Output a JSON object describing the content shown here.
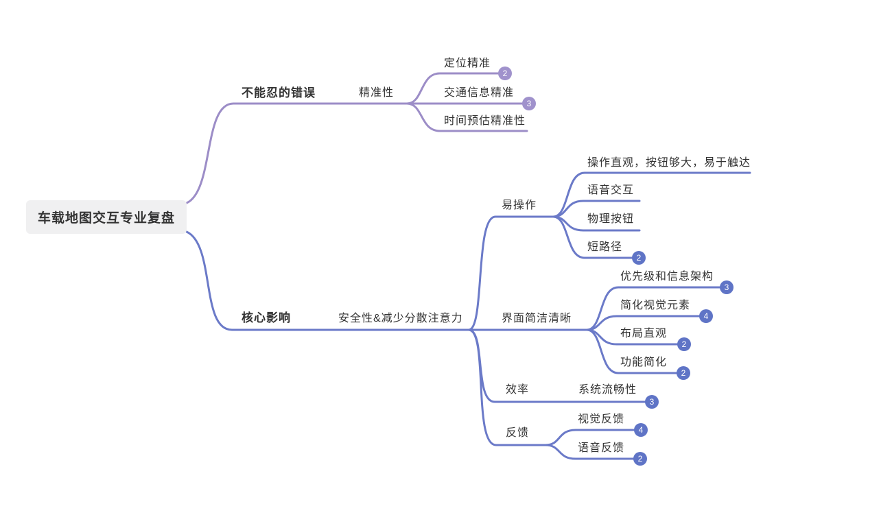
{
  "colors": {
    "branch_top": "#9c8dc7",
    "branch_bottom": "#6b7ac8",
    "badge_top": "#a092cc",
    "badge_bottom": "#5f74c6",
    "root_bg": "#f0f0f1",
    "text": "#333333"
  },
  "root": {
    "label": "车载地图交互专业复盘"
  },
  "branches": [
    {
      "label": "不能忍的错误",
      "children": [
        {
          "label": "精准性",
          "children": [
            {
              "label": "定位精准",
              "badge": "2"
            },
            {
              "label": "交通信息精准",
              "badge": "3"
            },
            {
              "label": "时间预估精准性"
            }
          ]
        }
      ]
    },
    {
      "label": "核心影响",
      "children": [
        {
          "label": "安全性&减少分散注意力",
          "children": [
            {
              "label": "易操作",
              "children": [
                {
                  "label": "操作直观，按钮够大，易于触达"
                },
                {
                  "label": "语音交互"
                },
                {
                  "label": "物理按钮"
                },
                {
                  "label": "短路径",
                  "badge": "2"
                }
              ]
            },
            {
              "label": "界面简洁清晰",
              "children": [
                {
                  "label": "优先级和信息架构",
                  "badge": "3"
                },
                {
                  "label": "简化视觉元素",
                  "badge": "4"
                },
                {
                  "label": "布局直观",
                  "badge": "2"
                },
                {
                  "label": "功能简化",
                  "badge": "2"
                }
              ]
            },
            {
              "label": "效率",
              "children": [
                {
                  "label": "系统流畅性",
                  "badge": "3"
                }
              ]
            },
            {
              "label": "反馈",
              "children": [
                {
                  "label": "视觉反馈",
                  "badge": "4"
                },
                {
                  "label": "语音反馈",
                  "badge": "2"
                }
              ]
            }
          ]
        }
      ]
    }
  ]
}
